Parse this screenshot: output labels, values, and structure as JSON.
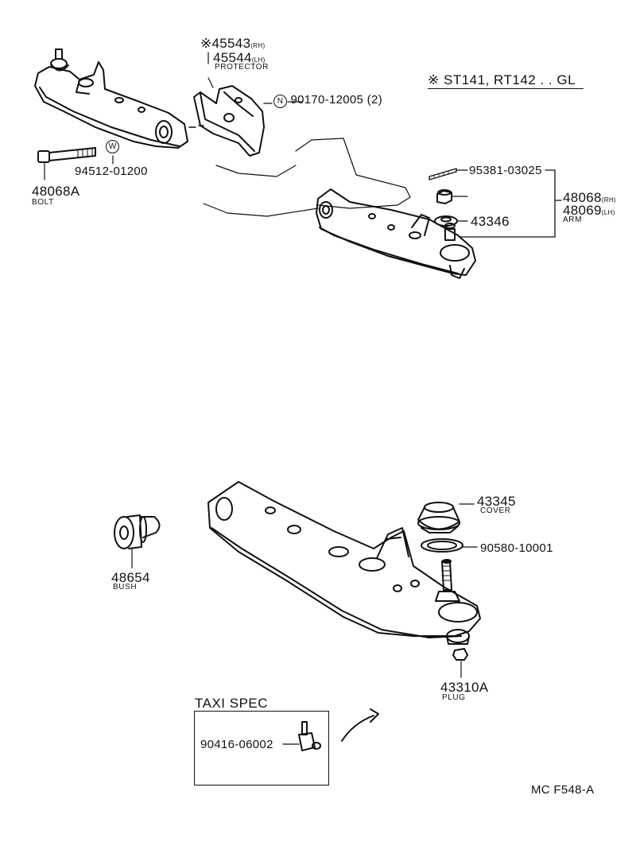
{
  "note": {
    "mark": "※",
    "text": "ST141, RT142 . . GL"
  },
  "parts": {
    "protector_rh": {
      "mark": "※",
      "number": "45543",
      "side": "(RH)"
    },
    "protector_lh": {
      "number": "45544",
      "side": "(LH)",
      "name": "PROTECTOR"
    },
    "nut": {
      "symbol": "N",
      "number": "90170-12005 (2)"
    },
    "washer": {
      "symbol": "W",
      "number": "94512-01200"
    },
    "bolt": {
      "number": "48068A",
      "name": "BOLT"
    },
    "cotter_pin": {
      "number": "95381-03025"
    },
    "arm_rh": {
      "number": "48068",
      "side": "(RH)"
    },
    "arm_lh": {
      "number": "48069",
      "side": "(LH)",
      "name": "ARM"
    },
    "ball_joint": {
      "number": "43346"
    },
    "cover": {
      "number": "43345",
      "name": "COVER"
    },
    "clip": {
      "number": "90580-10001"
    },
    "bush": {
      "number": "48654",
      "name": "BUSH"
    },
    "plug": {
      "number": "43310A",
      "name": "PLUG"
    },
    "taxi_fitting": {
      "number": "90416-06002"
    }
  },
  "taxi_spec": {
    "title": "TAXI SPEC"
  },
  "diagram_code": "MC F548-A"
}
